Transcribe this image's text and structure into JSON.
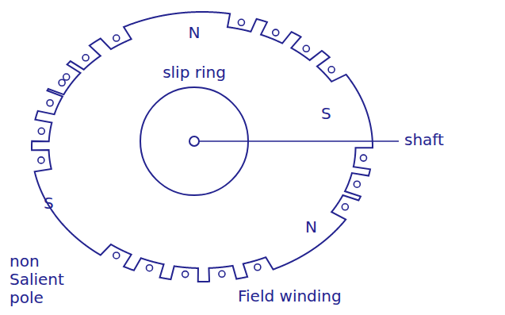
{
  "diagram": {
    "labels": [
      "N",
      "slip ring",
      "shaft",
      "S",
      "S",
      "N",
      "non Salient pole",
      "Field winding"
    ]
  }
}
